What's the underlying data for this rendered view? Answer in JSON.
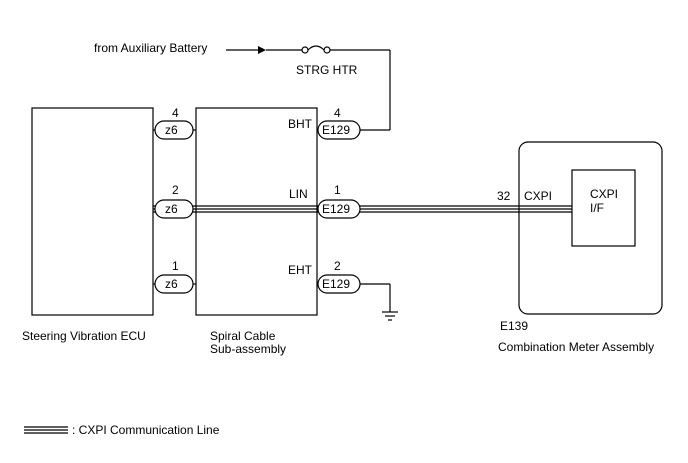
{
  "source": {
    "label": "from Auxiliary Battery",
    "fuse_label": "STRG HTR"
  },
  "components": {
    "ecu": {
      "label": "Steering Vibration ECU"
    },
    "spiral": {
      "label_line1": "Spiral Cable",
      "label_line2": "Sub-assembly"
    },
    "meter": {
      "code": "E139",
      "label": "Combination Meter Assembly",
      "inner_line1": "CXPI",
      "inner_line2": "I/F",
      "terminal": "32",
      "terminal_label": "CXPI"
    }
  },
  "connectors": {
    "left": "z6",
    "right": "E129"
  },
  "rows": [
    {
      "left_pin": "4",
      "signal": "BHT",
      "right_pin": "4"
    },
    {
      "left_pin": "2",
      "signal": "LIN",
      "right_pin": "1"
    },
    {
      "left_pin": "1",
      "signal": "EHT",
      "right_pin": "2"
    }
  ],
  "legend": {
    "label": ": CXPI Communication Line"
  }
}
